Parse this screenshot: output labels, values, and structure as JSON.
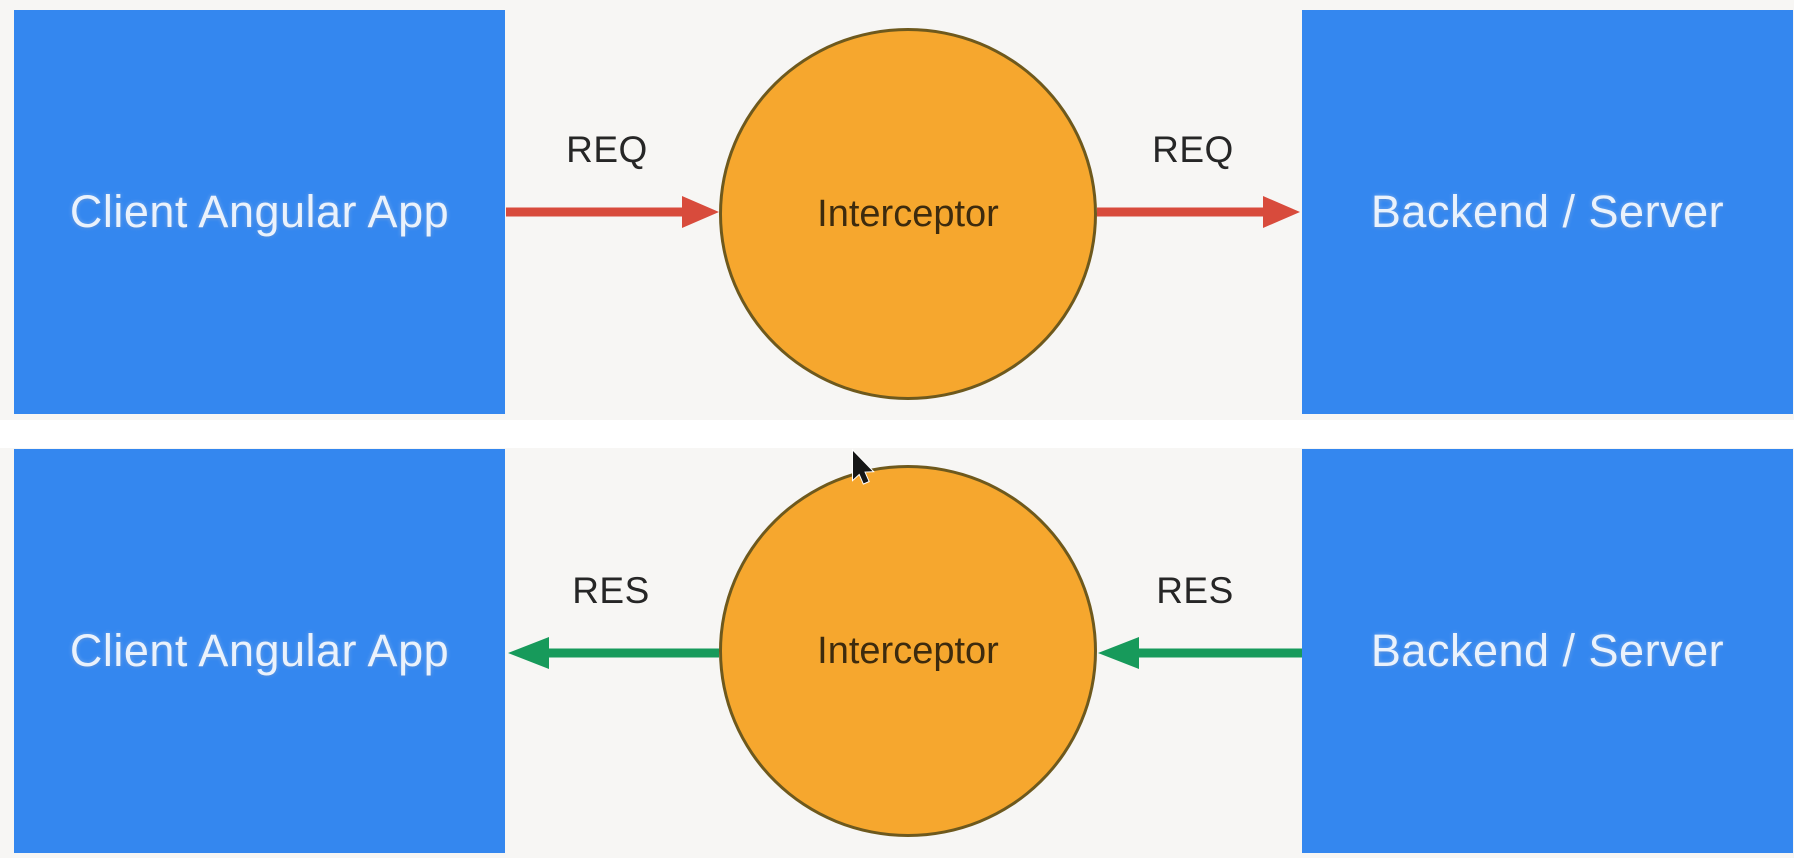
{
  "diagram": {
    "flows": [
      {
        "name": "request",
        "direction": "left-to-right",
        "source": {
          "label": "Client Angular App"
        },
        "interceptor": {
          "label": "Interceptor"
        },
        "target": {
          "label": "Backend / Server"
        },
        "arrow_in": {
          "label": "REQ"
        },
        "arrow_out": {
          "label": "REQ"
        }
      },
      {
        "name": "response",
        "direction": "right-to-left",
        "source": {
          "label": "Backend / Server"
        },
        "interceptor": {
          "label": "Interceptor"
        },
        "target": {
          "label": "Client Angular App"
        },
        "arrow_in": {
          "label": "RES"
        },
        "arrow_out": {
          "label": "RES"
        }
      }
    ]
  },
  "icons": {
    "cursor": "arrow-pointer"
  },
  "colors": {
    "box_blue": "#3487ef",
    "circle_orange": "#f6a72e",
    "circle_border": "#6e591d",
    "request_arrow": "#d84b3c",
    "response_arrow": "#179a5b",
    "row_background": "#f7f6f4",
    "page_background": "#ffffff",
    "box_text": "#eaf2fc",
    "interceptor_text": "#3d2b0e",
    "flow_label_text": "#262626"
  }
}
